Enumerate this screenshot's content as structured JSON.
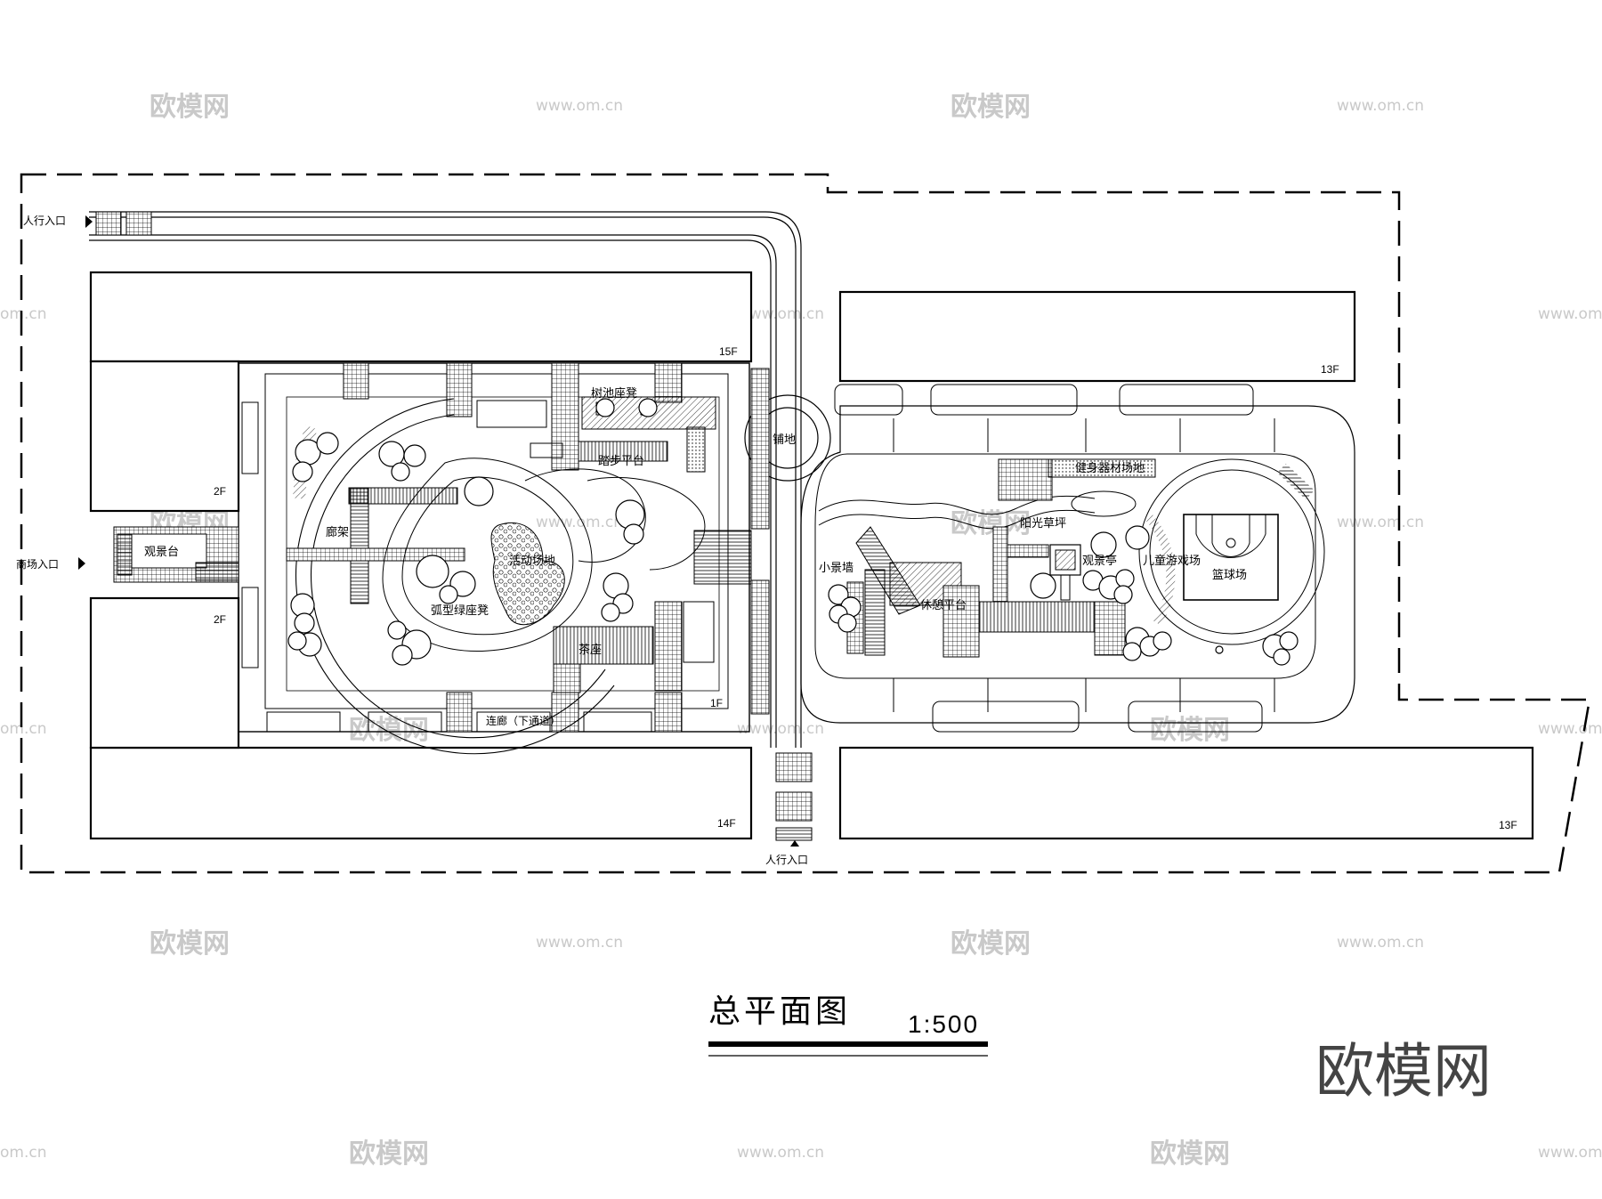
{
  "drawing": {
    "title": "总平面图",
    "scale": "1:500",
    "brand_logo": "欧模网",
    "watermark_text": "欧模网",
    "watermark_url": "www.om.cn",
    "watermark_url_cropped": "om.cn"
  },
  "entrances": {
    "pedestrian_north": "人行入口",
    "mall": "商场入口",
    "pedestrian_south": "人行入口"
  },
  "buildings": {
    "north_west": "15F",
    "north_east": "13F",
    "south_west": "14F",
    "south_east": "13F",
    "west_upper": "2F",
    "west_lower": "2F",
    "corridor": "1F"
  },
  "west_garden": {
    "tree_pool_seats": "树池座凳",
    "stepping_platform": "踏步平台",
    "pergola": "廊架",
    "activity_area": "活动场地",
    "curved_hedge_seat": "弧型绿座凳",
    "tea_pavilion": "茶座",
    "viewing_platform": "观景台",
    "connecting_corridor": "连廊（下通道）"
  },
  "east_garden": {
    "paving": "铺地",
    "fitness_area": "健身器材场地",
    "sunny_lawn": "阳光草坪",
    "small_feature_wall": "小景墙",
    "viewing_pavilion": "观景亭",
    "children_playground": "儿童游戏场",
    "basketball_court": "篮球场",
    "rest_platform": "休憩平台"
  }
}
